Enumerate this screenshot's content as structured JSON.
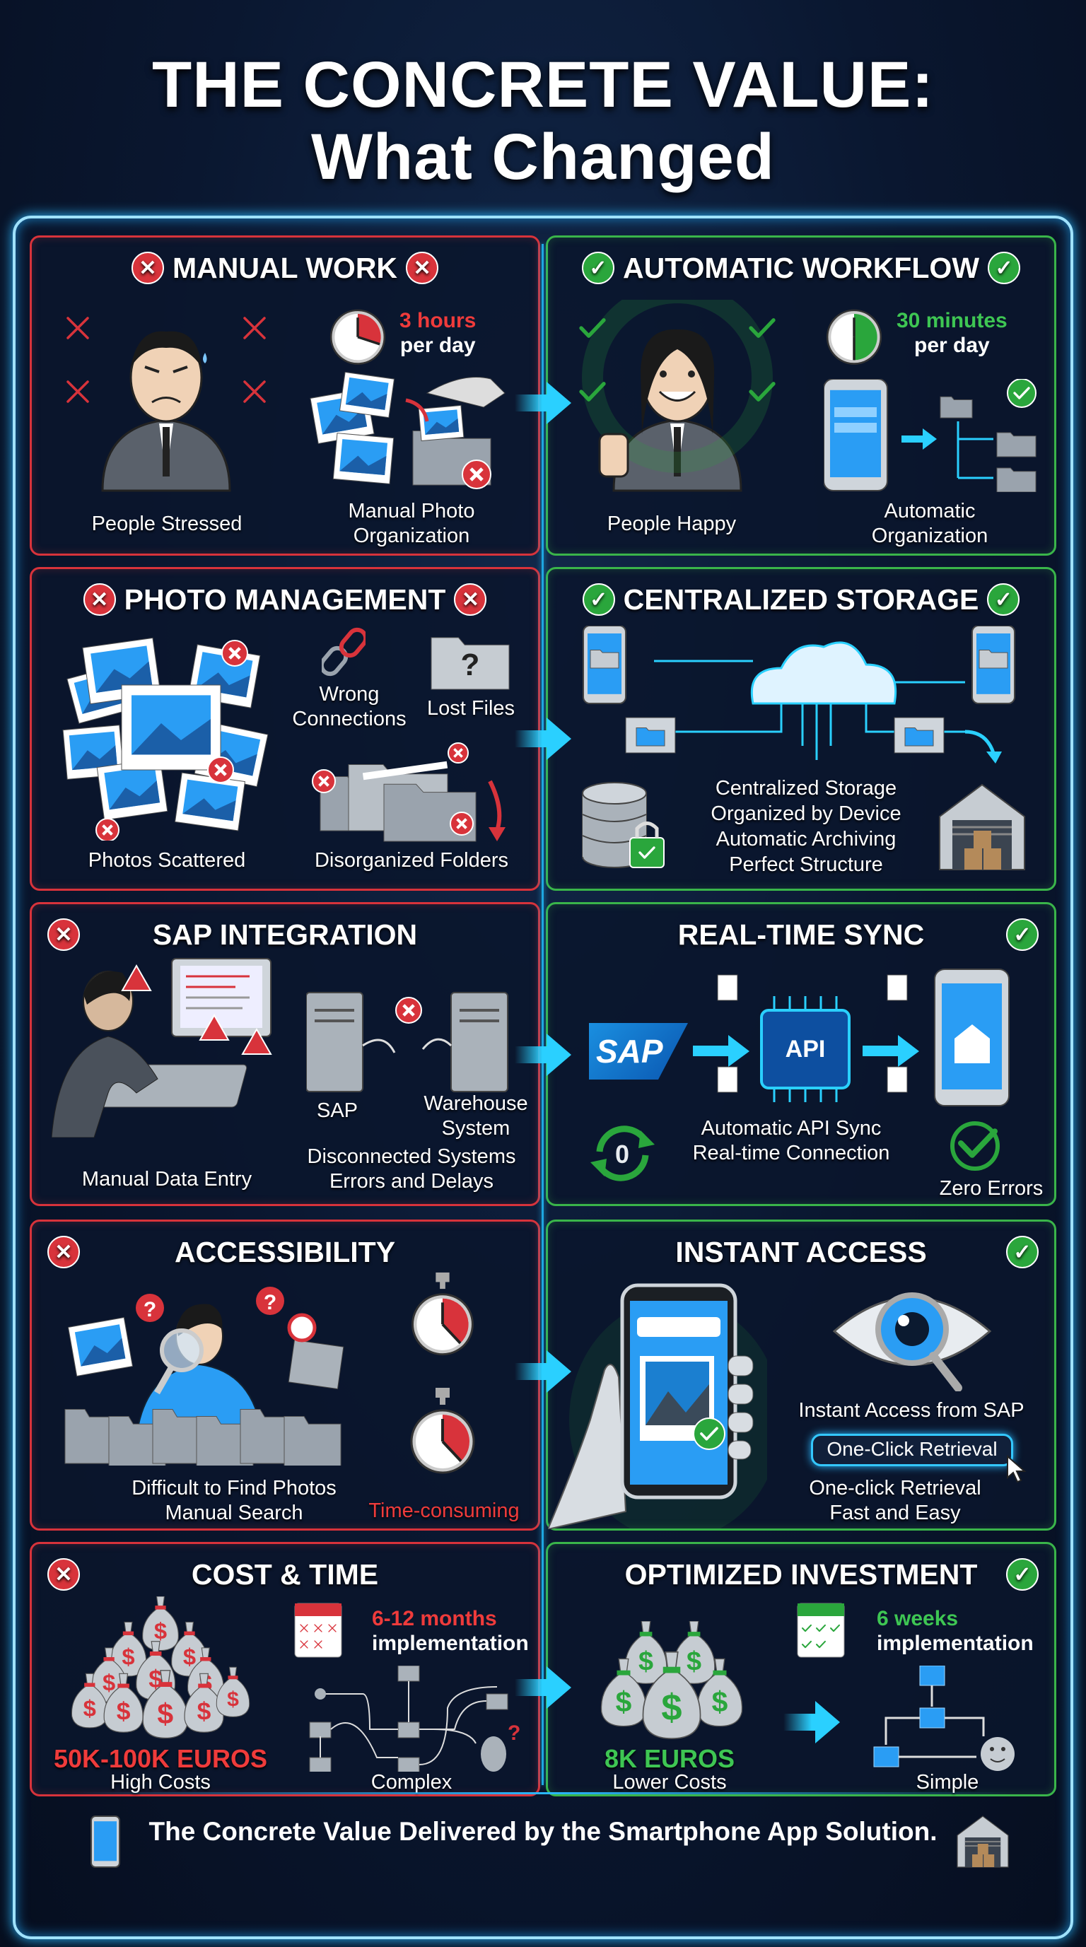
{
  "title": {
    "line1": "THE CONCRETE VALUE:",
    "line2": "What Changed"
  },
  "colors": {
    "bad": "#d8333b",
    "good": "#3ab54a",
    "accent": "#1ea7e0",
    "background": "#0a1730"
  },
  "sections": [
    {
      "left": {
        "title": "MANUAL WORK",
        "stressed": "People Stressed",
        "time": [
          "3 hours",
          "per day"
        ],
        "photo": [
          "Manual Photo",
          "Organization"
        ]
      },
      "right": {
        "title": "AUTOMATIC WORKFLOW",
        "happy": "People Happy",
        "time": [
          "30 minutes",
          "per day"
        ],
        "org": [
          "Automatic",
          "Organization"
        ]
      }
    },
    {
      "left": {
        "title": "PHOTO MANAGEMENT",
        "scattered": "Photos Scattered",
        "wrong": [
          "Wrong",
          "Connections"
        ],
        "lost": "Lost Files",
        "folders": "Disorganized Folders"
      },
      "right": {
        "title": "CENTRALIZED STORAGE",
        "lines": [
          "Centralized Storage",
          "Organized by Device",
          "Automatic Archiving",
          "Perfect Structure"
        ]
      }
    },
    {
      "left": {
        "title": "SAP INTEGRATION",
        "entry": "Manual Data Entry",
        "sap": "SAP",
        "warehouse": [
          "Warehouse",
          "System"
        ],
        "disconnected": [
          "Disconnected Systems",
          "Errors and Delays"
        ]
      },
      "right": {
        "title": "REAL-TIME SYNC",
        "sap_logo": "SAP",
        "api": "API",
        "sync": [
          "Automatic API Sync",
          "Real-time Connection"
        ],
        "zero": "Zero Errors"
      }
    },
    {
      "left": {
        "title": "ACCESSIBILITY",
        "find": [
          "Difficult to Find Photos",
          "Manual Search"
        ],
        "time": "Time-consuming"
      },
      "right": {
        "title": "INSTANT ACCESS",
        "instant": "Instant Access from SAP",
        "button": "One-Click Retrieval",
        "fast": [
          "One-click Retrieval",
          "Fast and Easy"
        ]
      }
    },
    {
      "left": {
        "title": "COST & TIME",
        "duration": "6-12 months",
        "impl": "implementation",
        "cost": "50K-100K EUROS",
        "costs_label": "High Costs",
        "complex": "Complex"
      },
      "right": {
        "title": "OPTIMIZED INVESTMENT",
        "duration": "6 weeks",
        "impl": "implementation",
        "cost": "8K EUROS",
        "costs_label": "Lower Costs",
        "simple": "Simple"
      }
    }
  ],
  "footer": "The Concrete Value Delivered by the Smartphone App Solution."
}
